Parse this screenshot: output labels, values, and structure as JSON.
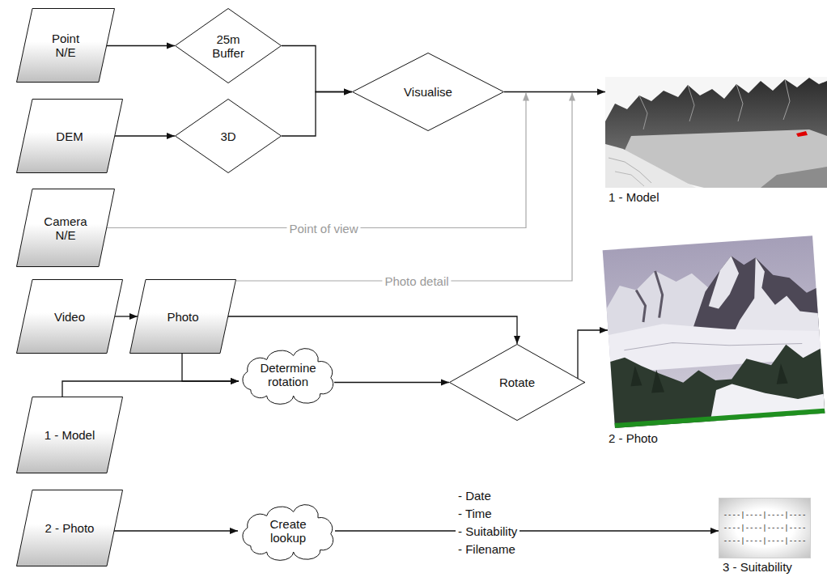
{
  "diagram": {
    "nodes": [
      {
        "text": [
          "Point N/E"
        ]
      },
      {
        "text": [
          "25m Buffer"
        ]
      },
      {
        "text": [
          "Visualise"
        ]
      },
      {
        "text": [
          "1 - Model"
        ]
      },
      {
        "text": [
          "DEM"
        ]
      },
      {
        "text": [
          "3D"
        ]
      },
      {
        "text": [
          "Camera N/E"
        ]
      },
      {
        "text": [
          "Video"
        ]
      },
      {
        "text": [
          "Photo"
        ]
      },
      {
        "text": [
          "2 - Photo"
        ]
      },
      {
        "text": [
          "Determine rotation"
        ]
      },
      {
        "text": [
          "Rotate"
        ]
      },
      {
        "text": [
          "1 - Model"
        ]
      },
      {
        "text": [
          "2 - Photo"
        ]
      },
      {
        "text": [
          "Create lookup"
        ]
      },
      {
        "text": [
          "----|----|----|----",
          "----|----|----|----",
          "----|----|----|----",
          "3 - Suitability"
        ]
      }
    ],
    "edges": [
      {
        "from": 0,
        "to": 1,
        "arrow": "to"
      },
      {
        "from": 1,
        "to": 2,
        "arrow": "to"
      },
      {
        "from": 4,
        "to": 5,
        "arrow": "to"
      },
      {
        "from": 5,
        "to": 2,
        "arrow": "to"
      },
      {
        "from": 2,
        "to": 3,
        "arrow": "to"
      },
      {
        "from": 6,
        "to": 3,
        "label": "Point of view",
        "arrow": "to"
      },
      {
        "from": 8,
        "to": 3,
        "label": "Photo detail",
        "arrow": "to"
      },
      {
        "from": 7,
        "to": 8,
        "arrow": "to"
      },
      {
        "from": 8,
        "to": 11,
        "arrow": "to"
      },
      {
        "from": 8,
        "to": 10,
        "arrow": "to"
      },
      {
        "from": 12,
        "to": 10,
        "arrow": "to"
      },
      {
        "from": 10,
        "to": 11,
        "arrow": "to"
      },
      {
        "from": 11,
        "to": 9,
        "arrow": "to"
      },
      {
        "from": 13,
        "to": 14,
        "arrow": "to"
      },
      {
        "from": 14,
        "to": 15,
        "arrow": "to"
      }
    ],
    "labels": [
      "- Date",
      "- Time",
      "- Suitability",
      "- Filename"
    ]
  }
}
